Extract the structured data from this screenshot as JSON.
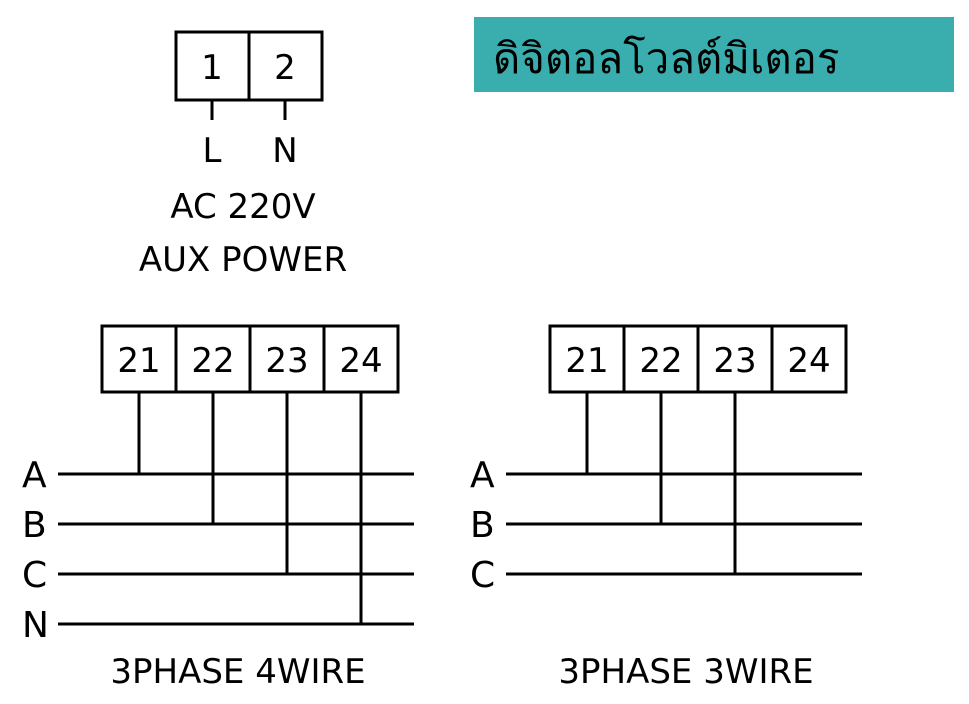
{
  "title": {
    "text": "ดิจิตอลโวลต์มิเตอร",
    "background_color": "#3aaeae"
  },
  "aux_power": {
    "terminals": [
      "1",
      "2"
    ],
    "line_labels": [
      "L",
      "N"
    ],
    "voltage_label": "AC 220V",
    "power_label": "AUX POWER"
  },
  "four_wire": {
    "terminals": [
      "21",
      "22",
      "23",
      "24"
    ],
    "phase_labels": [
      "A",
      "B",
      "C",
      "N"
    ],
    "connections": [
      0,
      1,
      2,
      3
    ],
    "caption": "3PHASE 4WIRE"
  },
  "three_wire": {
    "terminals": [
      "21",
      "22",
      "23",
      "24"
    ],
    "phase_labels": [
      "A",
      "B",
      "C"
    ],
    "connections": [
      0,
      1,
      2
    ],
    "caption": "3PHASE 3WIRE"
  }
}
